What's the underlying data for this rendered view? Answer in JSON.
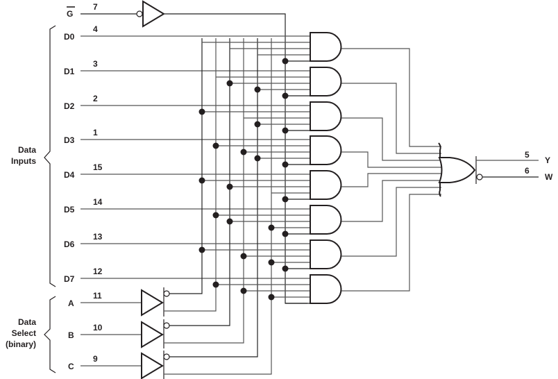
{
  "title": "8-line to 1-line data selector/multiplexer logic diagram",
  "enable": {
    "label": "G",
    "overbar": true,
    "pin": "7"
  },
  "data_inputs": {
    "group_label_line1": "Data",
    "group_label_line2": "Inputs",
    "items": [
      {
        "label": "D0",
        "pin": "4"
      },
      {
        "label": "D1",
        "pin": "3"
      },
      {
        "label": "D2",
        "pin": "2"
      },
      {
        "label": "D3",
        "pin": "1"
      },
      {
        "label": "D4",
        "pin": "15"
      },
      {
        "label": "D5",
        "pin": "14"
      },
      {
        "label": "D6",
        "pin": "13"
      },
      {
        "label": "D7",
        "pin": "12"
      }
    ]
  },
  "select_inputs": {
    "group_label_line1": "Data",
    "group_label_line2": "Select",
    "group_label_line3": "(binary)",
    "items": [
      {
        "label": "A",
        "pin": "11"
      },
      {
        "label": "B",
        "pin": "10"
      },
      {
        "label": "C",
        "pin": "9"
      }
    ]
  },
  "outputs": [
    {
      "label": "Y",
      "pin": "5",
      "inverted": false
    },
    {
      "label": "W",
      "pin": "6",
      "inverted": true
    }
  ],
  "gates": {
    "and_count": 8,
    "and_select_terms": [
      [
        "A-bar",
        "B-bar",
        "C-bar"
      ],
      [
        "A",
        "B-bar",
        "C-bar"
      ],
      [
        "A-bar",
        "B",
        "C-bar"
      ],
      [
        "A",
        "B",
        "C-bar"
      ],
      [
        "A-bar",
        "B-bar",
        "C"
      ],
      [
        "A",
        "B-bar",
        "C"
      ],
      [
        "A-bar",
        "B",
        "C"
      ],
      [
        "A",
        "B",
        "C"
      ]
    ],
    "or_type": "8-input OR with true and complement outputs"
  }
}
